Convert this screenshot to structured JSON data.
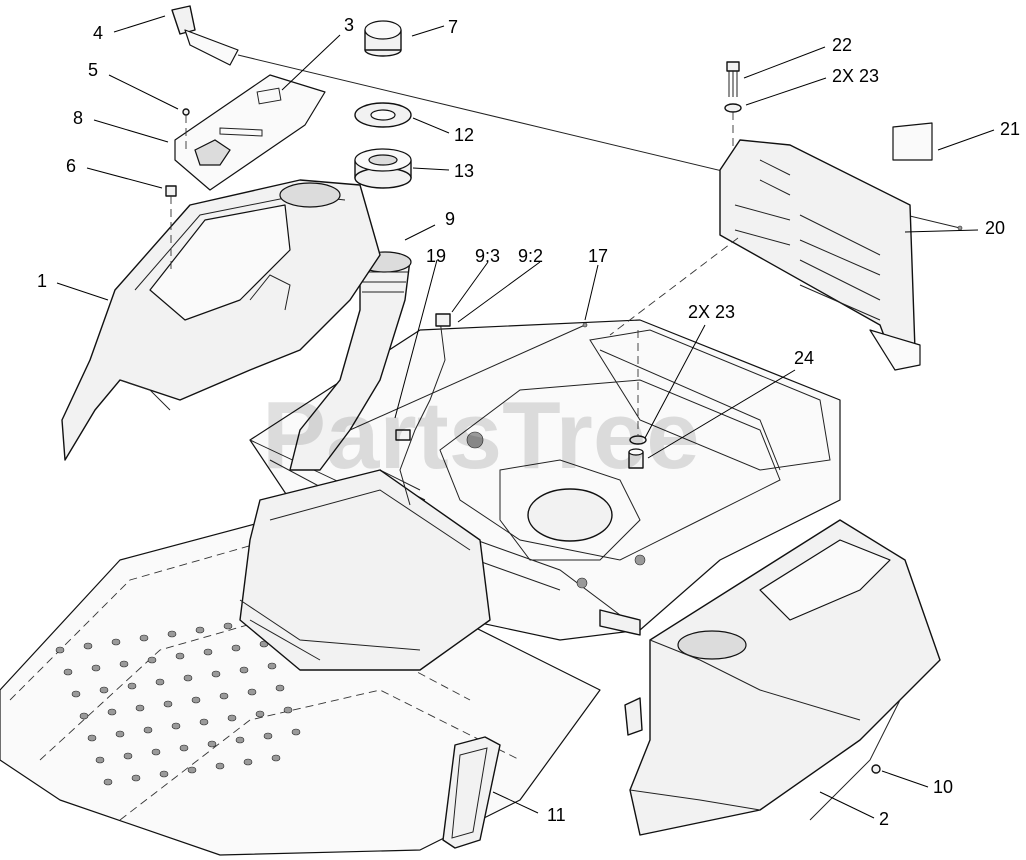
{
  "watermark": "PartsTree",
  "callouts": [
    {
      "id": "c4",
      "text": "4"
    },
    {
      "id": "c3",
      "text": "3"
    },
    {
      "id": "c7",
      "text": "7"
    },
    {
      "id": "c5",
      "text": "5"
    },
    {
      "id": "c8",
      "text": "8"
    },
    {
      "id": "c6",
      "text": "6"
    },
    {
      "id": "c12",
      "text": "12"
    },
    {
      "id": "c13",
      "text": "13"
    },
    {
      "id": "c22",
      "text": "22"
    },
    {
      "id": "c2x23a",
      "text": "2X 23"
    },
    {
      "id": "c21",
      "text": "21"
    },
    {
      "id": "c20",
      "text": "20"
    },
    {
      "id": "c1",
      "text": "1"
    },
    {
      "id": "c9",
      "text": "9"
    },
    {
      "id": "c19",
      "text": "19"
    },
    {
      "id": "c93",
      "text": "9:3"
    },
    {
      "id": "c92",
      "text": "9:2"
    },
    {
      "id": "c17",
      "text": "17"
    },
    {
      "id": "c2x23b",
      "text": "2X 23"
    },
    {
      "id": "c24",
      "text": "24"
    },
    {
      "id": "c10",
      "text": "10"
    },
    {
      "id": "c11",
      "text": "11"
    },
    {
      "id": "c2",
      "text": "2"
    }
  ]
}
